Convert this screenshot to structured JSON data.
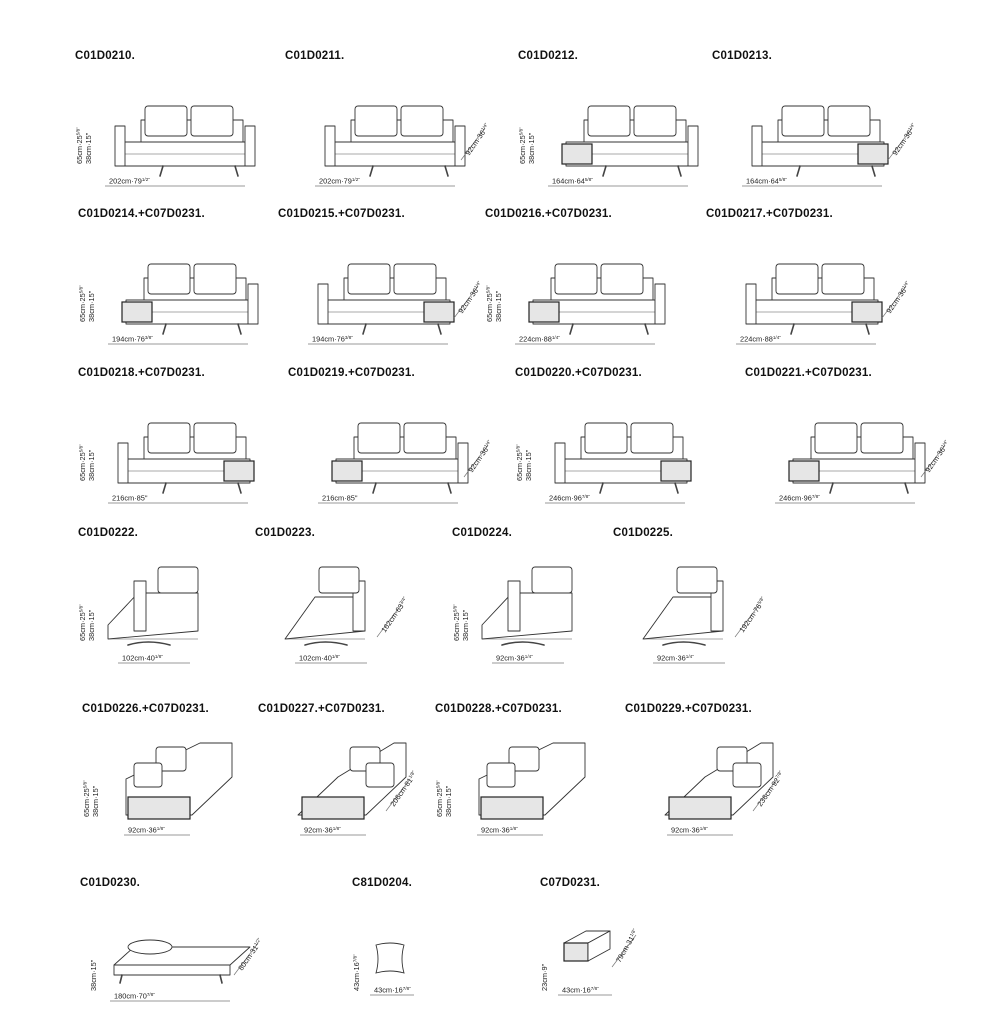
{
  "items": [
    {
      "code": "C01D0210.",
      "type": "sofa",
      "right_arm": true,
      "left_arm": true,
      "table": "",
      "h": [
        "65cm·25",
        "5/8\""
      ],
      "s": [
        "38cm·15\"",
        ""
      ],
      "w": [
        "202cm·79",
        "1/2\""
      ],
      "d": [
        "",
        ""
      ]
    },
    {
      "code": "C01D0211.",
      "type": "sofa",
      "left_arm": true,
      "right_arm": true,
      "table": "",
      "h": [
        "",
        ""
      ],
      "s": [
        "",
        ""
      ],
      "w": [
        "202cm·79",
        "1/2\""
      ],
      "d": [
        "92cm·36",
        "1/4\""
      ]
    },
    {
      "code": "C01D0212.",
      "type": "sofa",
      "left_arm": false,
      "right_arm": true,
      "table": "left",
      "h": [
        "65cm·25",
        "5/8\""
      ],
      "s": [
        "38cm·15\"",
        ""
      ],
      "w": [
        "164cm·64",
        "5/8\""
      ],
      "d": [
        "",
        ""
      ]
    },
    {
      "code": "C01D0213.",
      "type": "sofa",
      "left_arm": true,
      "right_arm": false,
      "table": "right",
      "h": [
        "",
        ""
      ],
      "s": [
        "",
        ""
      ],
      "w": [
        "164cm·64",
        "5/8\""
      ],
      "d": [
        "92cm·36",
        "1/4\""
      ]
    },
    {
      "code": "C01D0214.+C07D0231.",
      "type": "sofa",
      "left_arm": false,
      "right_arm": true,
      "table": "left",
      "h": [
        "65cm·25",
        "5/8\""
      ],
      "s": [
        "38cm·15\"",
        ""
      ],
      "w": [
        "194cm·76",
        "3/8\""
      ],
      "d": [
        "",
        ""
      ]
    },
    {
      "code": "C01D0215.+C07D0231.",
      "type": "sofa",
      "left_arm": true,
      "right_arm": false,
      "table": "right",
      "h": [
        "",
        ""
      ],
      "s": [
        "",
        ""
      ],
      "w": [
        "194cm·76",
        "3/8\""
      ],
      "d": [
        "92cm·36",
        "1/4\""
      ]
    },
    {
      "code": "C01D0216.+C07D0231.",
      "type": "sofa",
      "left_arm": false,
      "right_arm": true,
      "table": "left",
      "h": [
        "65cm·25",
        "5/8\""
      ],
      "s": [
        "38cm·15\"",
        ""
      ],
      "w": [
        "224cm·88",
        "1/4\""
      ],
      "d": [
        "",
        ""
      ]
    },
    {
      "code": "C01D0217.+C07D0231.",
      "type": "sofa",
      "left_arm": true,
      "right_arm": false,
      "table": "right",
      "h": [
        "",
        ""
      ],
      "s": [
        "",
        ""
      ],
      "w": [
        "224cm·88",
        "1/4\""
      ],
      "d": [
        "92cm·36",
        "1/4\""
      ]
    },
    {
      "code": "C01D0218.+C07D0231.",
      "type": "sofa",
      "left_arm": true,
      "right_arm": false,
      "table": "right",
      "h": [
        "65cm·25",
        "5/8\""
      ],
      "s": [
        "38cm·15\"",
        ""
      ],
      "w": [
        "216cm·85\"",
        ""
      ],
      "d": [
        "",
        ""
      ]
    },
    {
      "code": "C01D0219.+C07D0231.",
      "type": "sofa",
      "left_arm": false,
      "right_arm": true,
      "table": "left",
      "h": [
        "",
        ""
      ],
      "s": [
        "",
        ""
      ],
      "w": [
        "216cm·85\"",
        ""
      ],
      "d": [
        "92cm·36",
        "1/4\""
      ]
    },
    {
      "code": "C01D0220.+C07D0231.",
      "type": "sofa",
      "left_arm": true,
      "right_arm": false,
      "table": "right",
      "h": [
        "65cm·25",
        "5/8\""
      ],
      "s": [
        "38cm·15\"",
        ""
      ],
      "w": [
        "246cm·96",
        "7/8\""
      ],
      "d": [
        "",
        ""
      ]
    },
    {
      "code": "C01D0221.+C07D0231.",
      "type": "sofa",
      "left_arm": false,
      "right_arm": true,
      "table": "left",
      "h": [
        "",
        ""
      ],
      "s": [
        "",
        ""
      ],
      "w": [
        "246cm·96",
        "7/8\""
      ],
      "d": [
        "92cm·36",
        "1/4\""
      ]
    },
    {
      "code": "C01D0222.",
      "type": "chaise",
      "side": "left",
      "h": [
        "65cm·25",
        "5/8\""
      ],
      "s": [
        "38cm·15\"",
        ""
      ],
      "w": [
        "102cm·40",
        "1/8\""
      ],
      "d": [
        "",
        ""
      ]
    },
    {
      "code": "C01D0223.",
      "type": "chaise",
      "side": "right",
      "h": [
        "",
        ""
      ],
      "s": [
        "",
        ""
      ],
      "w": [
        "102cm·40",
        "1/8\""
      ],
      "d": [
        "162cm·63",
        "3/4\""
      ]
    },
    {
      "code": "C01D0224.",
      "type": "chaise2",
      "side": "left",
      "h": [
        "65cm·25",
        "5/8\""
      ],
      "s": [
        "38cm·15\"",
        ""
      ],
      "w": [
        "92cm·36",
        "1/4\""
      ],
      "d": [
        "",
        ""
      ]
    },
    {
      "code": "C01D0225.",
      "type": "chaise2",
      "side": "right",
      "h": [
        "",
        ""
      ],
      "s": [
        "",
        ""
      ],
      "w": [
        "92cm·36",
        "1/4\""
      ],
      "d": [
        "192cm·76",
        "5/8\""
      ]
    },
    {
      "code": "C01D0226.+C07D0231.",
      "type": "corner",
      "side": "left",
      "h": [
        "65cm·25",
        "5/8\""
      ],
      "s": [
        "38cm·15\"",
        ""
      ],
      "w": [
        "92cm·36",
        "1/8\""
      ],
      "d": [
        "",
        ""
      ]
    },
    {
      "code": "C01D0227.+C07D0231.",
      "type": "corner",
      "side": "right",
      "h": [
        "",
        ""
      ],
      "s": [
        "",
        ""
      ],
      "w": [
        "92cm·36",
        "1/8\""
      ],
      "d": [
        "206cm·81",
        "1/8\""
      ]
    },
    {
      "code": "C01D0228.+C07D0231.",
      "type": "corner",
      "side": "left",
      "h": [
        "65cm·25",
        "5/8\""
      ],
      "s": [
        "38cm·15\"",
        ""
      ],
      "w": [
        "92cm·36",
        "1/8\""
      ],
      "d": [
        "",
        ""
      ]
    },
    {
      "code": "C01D0229.+C07D0231.",
      "type": "corner",
      "side": "right",
      "h": [
        "",
        ""
      ],
      "s": [
        "",
        ""
      ],
      "w": [
        "92cm·36",
        "1/8\""
      ],
      "d": [
        "236cm·92",
        "7/8\""
      ]
    },
    {
      "code": "C01D0230.",
      "type": "bench",
      "h": [
        "",
        ""
      ],
      "s": [
        "38cm·15\"",
        ""
      ],
      "w": [
        "180cm·70",
        "7/8\""
      ],
      "d": [
        "80cm·31",
        "1/2\""
      ]
    },
    {
      "code": "C81D0204.",
      "type": "pillow",
      "h": [
        "43cm·16",
        "7/8\""
      ],
      "s": [
        "",
        ""
      ],
      "w": [
        "43cm·16",
        "7/8\""
      ],
      "d": [
        "",
        ""
      ]
    },
    {
      "code": "C07D0231.",
      "type": "table",
      "h": [
        "23cm·9\"",
        ""
      ],
      "s": [
        "",
        ""
      ],
      "w": [
        "43cm·16",
        "7/8\""
      ],
      "d": [
        "79cm·31",
        "1/8\""
      ]
    }
  ]
}
